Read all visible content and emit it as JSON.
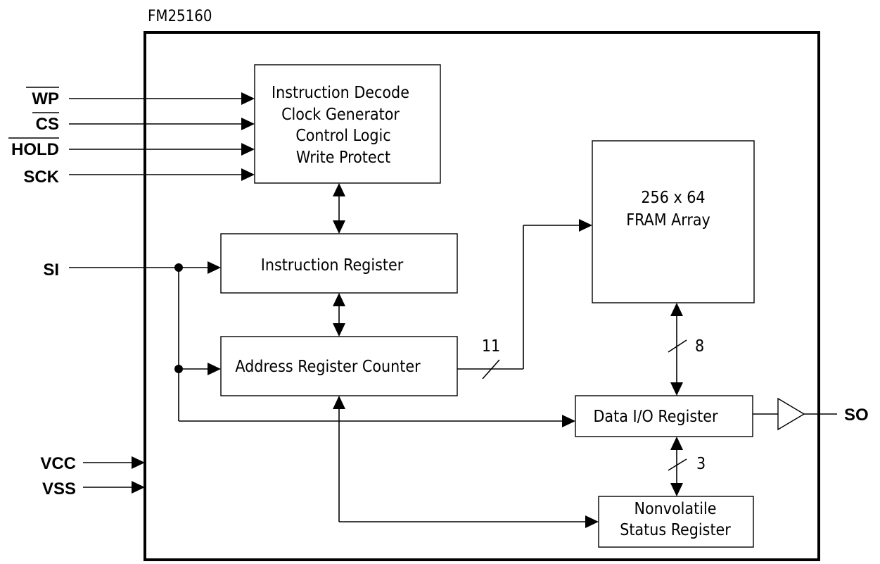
{
  "title": "FM25160",
  "blocks": {
    "control": [
      "Instruction Decode",
      "Clock Generator",
      "Control Logic",
      "Write Protect"
    ],
    "instruction_register": "Instruction Register",
    "address_register": "Address Register Counter",
    "fram_array": [
      "256 x 64",
      "FRAM Array"
    ],
    "data_io": "Data I/O Register",
    "status": [
      "Nonvolatile",
      "Status Register"
    ]
  },
  "pins": {
    "wp": "WP",
    "cs": "CS",
    "hold": "HOLD",
    "sck": "SCK",
    "si": "SI",
    "vcc": "VCC",
    "vss": "VSS",
    "so": "SO"
  },
  "bus_widths": {
    "address": "11",
    "data": "8",
    "status": "3"
  }
}
